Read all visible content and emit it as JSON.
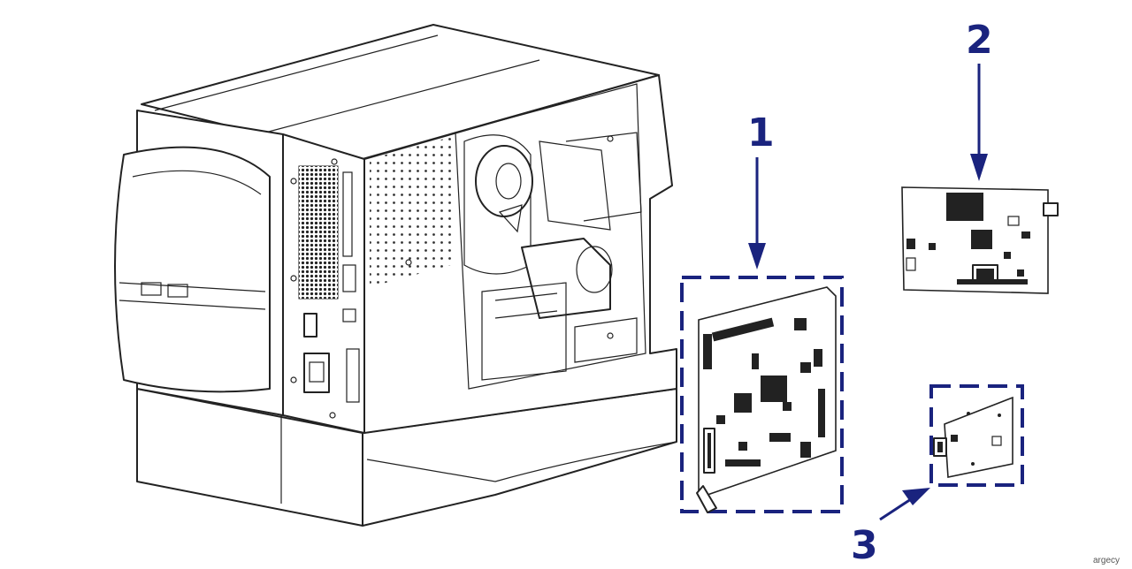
{
  "diagram": {
    "callouts": [
      {
        "label": "1"
      },
      {
        "label": "2"
      },
      {
        "label": "3"
      }
    ]
  },
  "watermark": "argecy",
  "colors": {
    "callout": "#1a237e",
    "line": "#222222",
    "background": "#ffffff"
  }
}
